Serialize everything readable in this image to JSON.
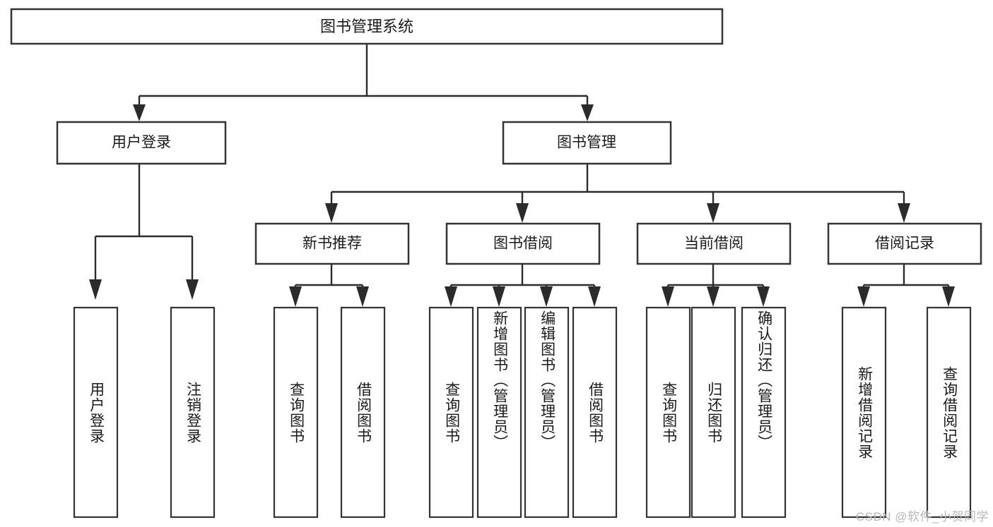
{
  "diagram": {
    "type": "tree-hierarchy-chart",
    "title": "图书管理系统",
    "watermark": "CSDN @软件_小贺同学",
    "colors": {
      "box_stroke": "#333333",
      "connector": "#2b2b2b",
      "background": "#ffffff",
      "text": "#1a1a1a",
      "watermark": "#b7b7b7"
    },
    "levels": {
      "root": {
        "label": "图书管理系统"
      },
      "level2": [
        {
          "id": "user-login",
          "label": "用户登录"
        },
        {
          "id": "book-manage",
          "label": "图书管理"
        }
      ],
      "level3": [
        {
          "id": "new-book-recommend",
          "label": "新书推荐",
          "parent": "book-manage"
        },
        {
          "id": "book-borrow",
          "label": "图书借阅",
          "parent": "book-manage"
        },
        {
          "id": "current-borrow",
          "label": "当前借阅",
          "parent": "book-manage"
        },
        {
          "id": "borrow-record",
          "label": "借阅记录",
          "parent": "book-manage"
        }
      ],
      "leaves": [
        {
          "id": "leaf-user-login",
          "label": "用户登录",
          "parent": "user-login"
        },
        {
          "id": "leaf-logout-login",
          "label": "注销登录",
          "parent": "user-login"
        },
        {
          "id": "leaf-query-book-1",
          "label": "查询图书",
          "parent": "new-book-recommend"
        },
        {
          "id": "leaf-borrow-book-1",
          "label": "借阅图书",
          "parent": "new-book-recommend"
        },
        {
          "id": "leaf-query-book-2",
          "label": "查询图书",
          "parent": "book-borrow"
        },
        {
          "id": "leaf-add-book",
          "label": "新增图书（管理员）",
          "parent": "book-borrow"
        },
        {
          "id": "leaf-edit-book",
          "label": "编辑图书（管理员）",
          "parent": "book-borrow"
        },
        {
          "id": "leaf-borrow-book-2",
          "label": "借阅图书",
          "parent": "book-borrow"
        },
        {
          "id": "leaf-query-book-3",
          "label": "查询图书",
          "parent": "current-borrow"
        },
        {
          "id": "leaf-return-book",
          "label": "归还图书",
          "parent": "current-borrow"
        },
        {
          "id": "leaf-confirm-return",
          "label": "确认归还（管理员）",
          "parent": "current-borrow"
        },
        {
          "id": "leaf-add-record",
          "label": "新增借阅记录",
          "parent": "borrow-record"
        },
        {
          "id": "leaf-query-record",
          "label": "查询借阅记录",
          "parent": "borrow-record"
        }
      ]
    }
  }
}
